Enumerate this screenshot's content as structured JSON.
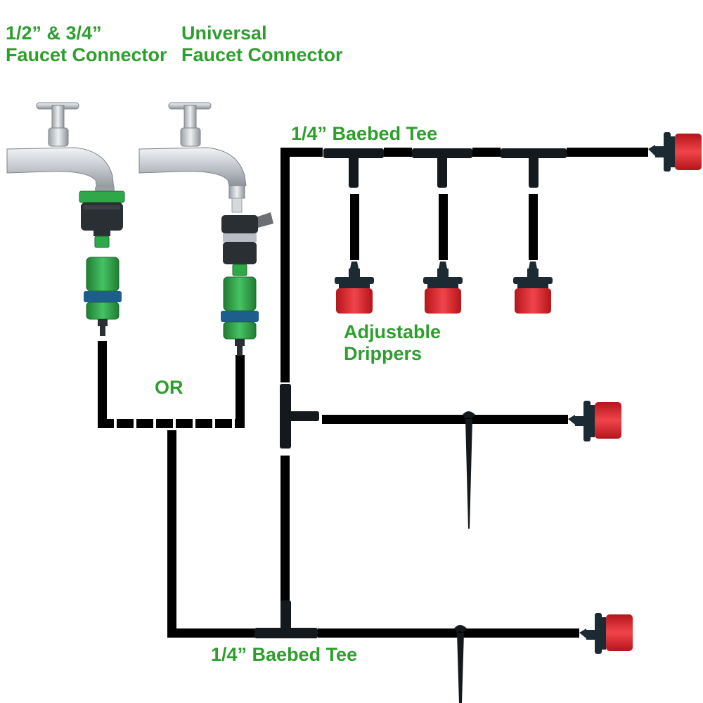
{
  "labels": {
    "faucet_left_line1": "1/2”  & 3/4”",
    "faucet_left_line2": "Faucet Connector",
    "faucet_right_line1": "Universal",
    "faucet_right_line2": "Faucet Connector",
    "tee_top": "1/4”  Baebed Tee",
    "drippers_line1": "Adjustable",
    "drippers_line2": "Drippers",
    "or": "OR",
    "tee_bottom": "1/4”  Baebed Tee"
  },
  "colors": {
    "label_green": "#2e9e2e",
    "tube_black": "#000000",
    "connector_green": "#2fa84a",
    "dripper_red": "#e0222a",
    "dripper_dark": "#1c2a33",
    "faucet_chrome": "#c7cbd0"
  },
  "components": {
    "faucets": [
      "chrome-faucet",
      "chrome-faucet-threaded-spout"
    ],
    "adapters": [
      "green-faucet-connector",
      "universal-clamp-connector"
    ],
    "quick_connectors": [
      "green-quick-connector",
      "green-quick-connector"
    ],
    "tees": [
      "barbed-tee"
    ],
    "drippers": [
      "adjustable-dripper"
    ],
    "stakes": [
      "ground-stake"
    ]
  }
}
